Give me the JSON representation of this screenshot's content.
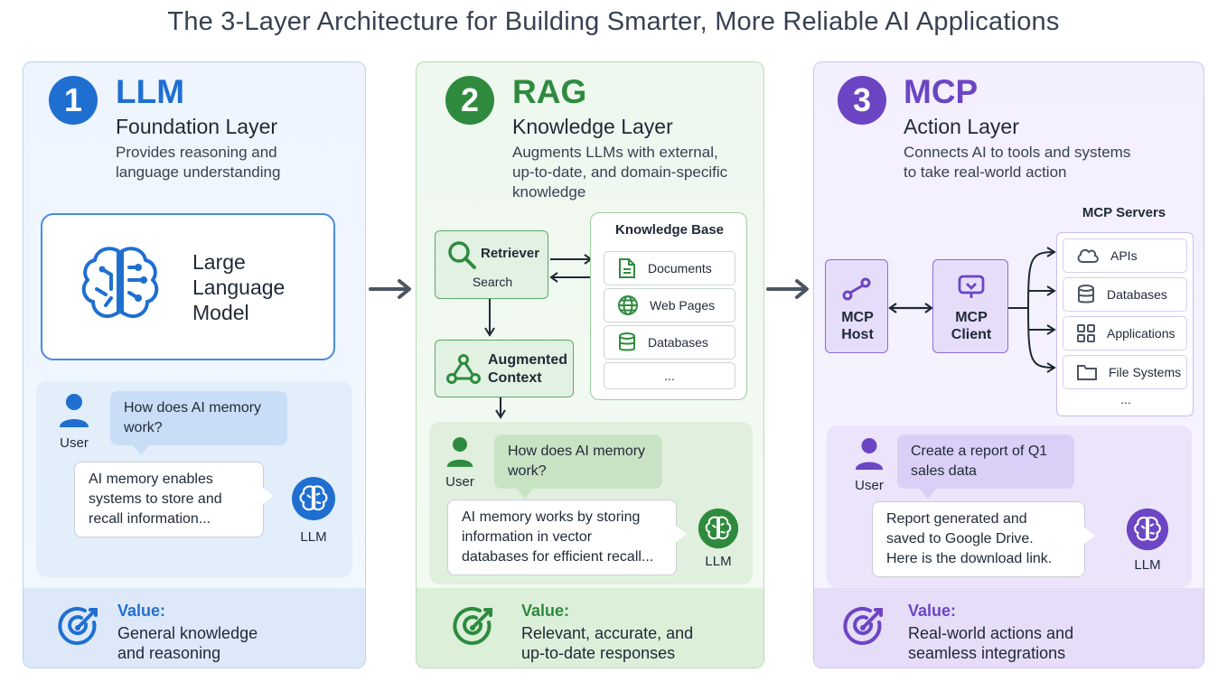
{
  "title": "The 3-Layer Architecture for Building Smarter, More Reliable AI Applications",
  "colors": {
    "blue": "#1f6fd1",
    "green": "#2e8b3e",
    "purple": "#6c45c4"
  },
  "layers": [
    {
      "number": "1",
      "name": "LLM",
      "subtitle": "Foundation Layer",
      "desc": [
        "Provides reasoning and",
        "language understanding"
      ],
      "model": [
        "Large",
        "Language",
        "Model"
      ],
      "user_label": "User",
      "question": [
        "How does AI memory",
        "work?"
      ],
      "answer": [
        "AI memory enables",
        "systems to store and",
        "recall information..."
      ],
      "bot_label": "LLM",
      "value_title": "Value:",
      "value_text": [
        "General knowledge",
        "and reasoning"
      ]
    },
    {
      "number": "2",
      "name": "RAG",
      "subtitle": "Knowledge Layer",
      "desc": [
        "Augments LLMs with external,",
        "up-to-date, and domain-specific",
        "knowledge"
      ],
      "retriever": "Retriever",
      "search": "Search",
      "augmented": [
        "Augmented",
        "Context"
      ],
      "kb_title": "Knowledge Base",
      "kb_items": [
        "Documents",
        "Web Pages",
        "Databases",
        "..."
      ],
      "user_label": "User",
      "question": [
        "How does AI memory",
        "work?"
      ],
      "answer": [
        "AI memory works by storing",
        "information in vector",
        "databases for efficient recall..."
      ],
      "bot_label": "LLM",
      "value_title": "Value:",
      "value_text": [
        "Relevant, accurate, and",
        "up-to-date responses"
      ]
    },
    {
      "number": "3",
      "name": "MCP",
      "subtitle": "Action Layer",
      "desc": [
        "Connects AI to tools and systems",
        "to take real-world action"
      ],
      "servers_title": "MCP Servers",
      "host": [
        "MCP",
        "Host"
      ],
      "client": [
        "MCP",
        "Client"
      ],
      "servers": [
        "APIs",
        "Databases",
        "Applications",
        "File Systems",
        "..."
      ],
      "user_label": "User",
      "question": [
        "Create a report of Q1",
        "sales data"
      ],
      "answer": [
        "Report generated and",
        "saved to Google Drive.",
        "Here is the download link."
      ],
      "bot_label": "LLM",
      "value_title": "Value:",
      "value_text": [
        "Real-world actions and",
        "seamless integrations"
      ]
    }
  ]
}
